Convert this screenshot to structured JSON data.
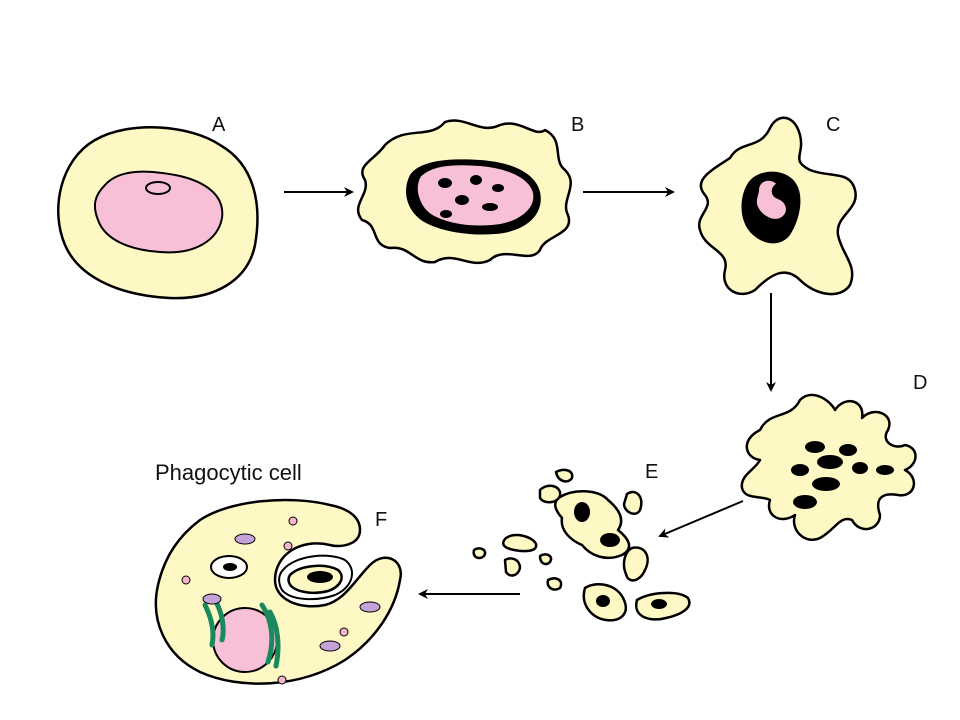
{
  "labels": {
    "a": "A",
    "b": "B",
    "c": "C",
    "d": "D",
    "e": "E",
    "f": "F",
    "phagocytic": "Phagocytic cell"
  },
  "colors": {
    "cytoplasm": "#fdf8c4",
    "nucleus": "#f7c0d6",
    "outline": "#000000",
    "organelle_purple": "#c5a3d8",
    "organelle_green": "#1a8a5e",
    "granule_pink": "#f4b6cc"
  }
}
